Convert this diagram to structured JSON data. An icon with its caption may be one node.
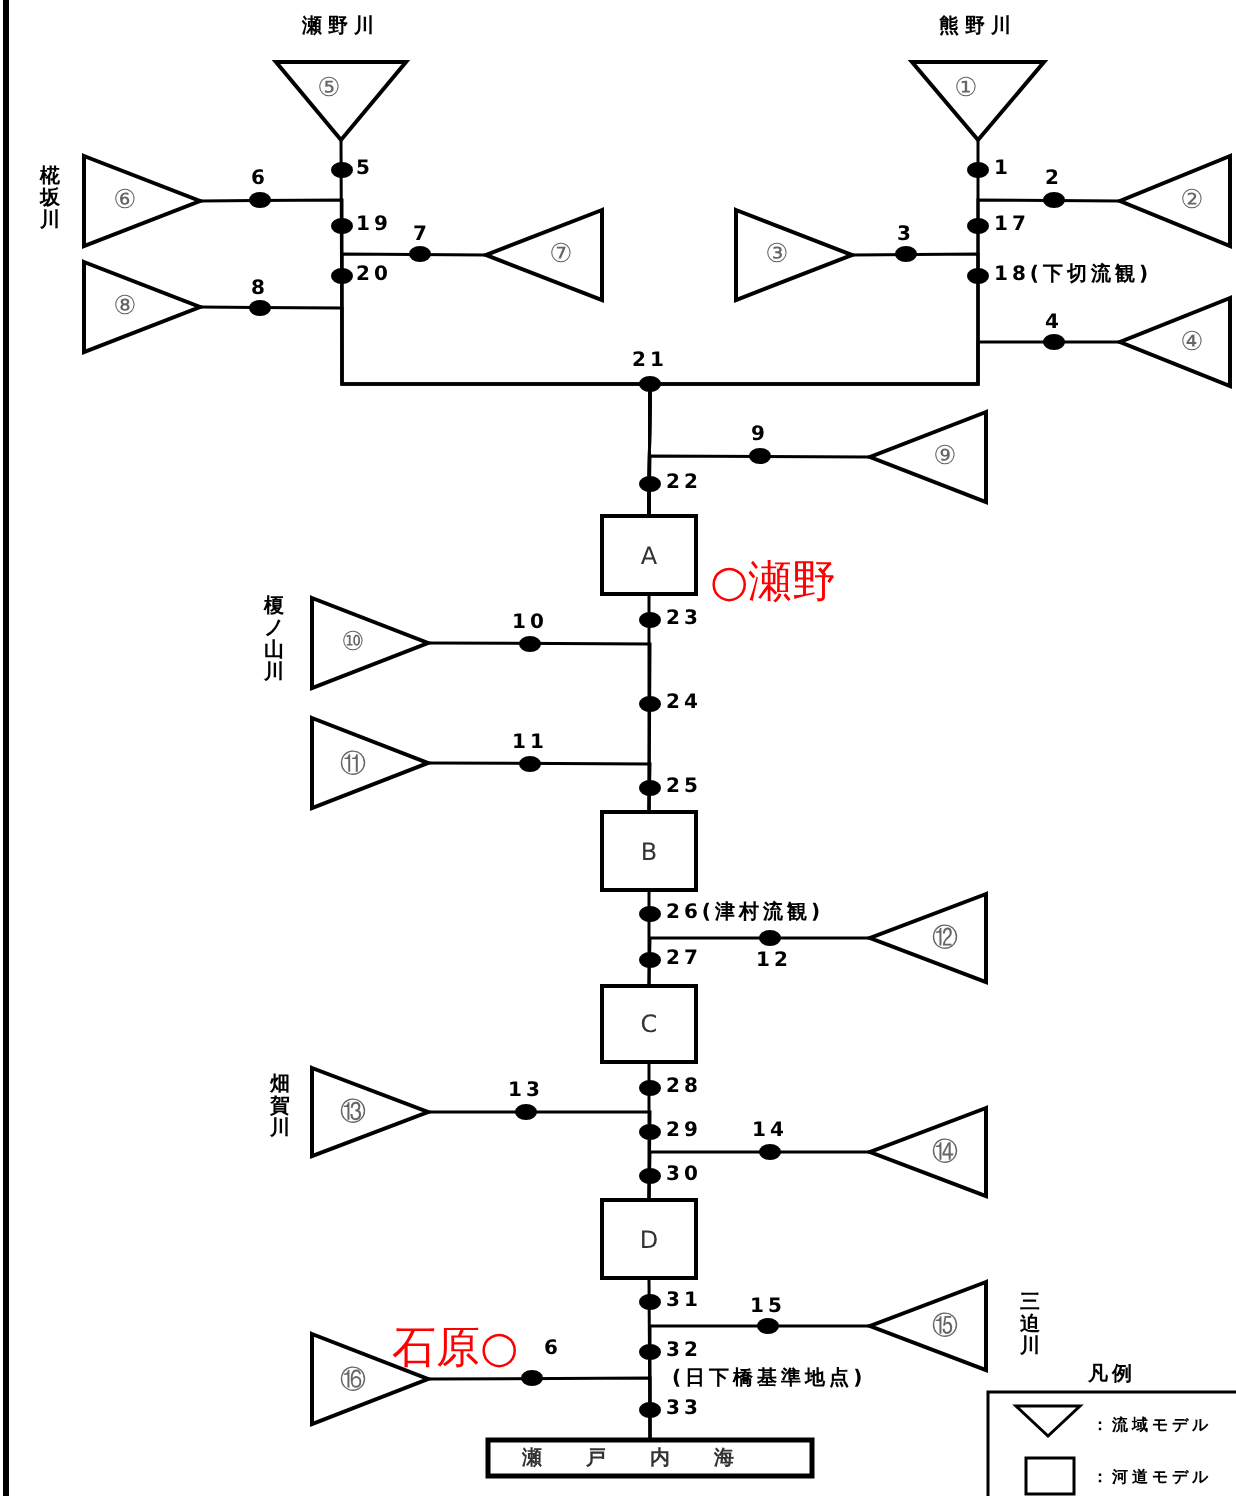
{
  "diagram": {
    "nodes": [
      {
        "text": [
          "⑤"
        ],
        "beside": [
          "瀬野川"
        ]
      },
      {
        "text": [
          "①"
        ],
        "beside": [
          "熊野川"
        ]
      },
      {
        "text": [
          "⑥"
        ],
        "beside": [
          "椛坂川"
        ]
      },
      {
        "text": [
          "②"
        ]
      },
      {
        "text": [
          "⑦"
        ]
      },
      {
        "text": [
          "③"
        ]
      },
      {
        "text": [
          "⑧"
        ]
      },
      {
        "text": [
          "④"
        ]
      },
      {
        "text": [
          "⑨"
        ]
      },
      {
        "text": [
          "A"
        ]
      },
      {
        "text": [
          "⑩"
        ],
        "beside": [
          "榎ノ山川"
        ]
      },
      {
        "text": [
          "⑪"
        ]
      },
      {
        "text": [
          "B"
        ]
      },
      {
        "text": [
          "⑫"
        ]
      },
      {
        "text": [
          "C"
        ]
      },
      {
        "text": [
          "⑬"
        ],
        "beside": [
          "畑賀川"
        ]
      },
      {
        "text": [
          "⑭"
        ]
      },
      {
        "text": [
          "D"
        ]
      },
      {
        "text": [
          "⑮"
        ],
        "beside": [
          "三迫川"
        ]
      },
      {
        "text": [
          "⑯"
        ]
      },
      {
        "text": [
          "瀬戸内海"
        ]
      }
    ],
    "edges": [
      {
        "from": 0,
        "to": 9,
        "arrow": "none"
      },
      {
        "from": 1,
        "to": 9,
        "arrow": "none"
      },
      {
        "from": 2,
        "to": 9,
        "arrow": "none"
      },
      {
        "from": 3,
        "to": 9,
        "arrow": "none"
      },
      {
        "from": 4,
        "to": 9,
        "arrow": "none"
      },
      {
        "from": 5,
        "to": 9,
        "arrow": "none"
      },
      {
        "from": 6,
        "to": 9,
        "arrow": "none"
      },
      {
        "from": 7,
        "to": 9,
        "arrow": "none"
      },
      {
        "from": 8,
        "to": 9,
        "arrow": "none"
      },
      {
        "from": 10,
        "to": 12,
        "arrow": "none"
      },
      {
        "from": 11,
        "to": 12,
        "arrow": "none"
      },
      {
        "from": 9,
        "to": 12,
        "arrow": "none"
      },
      {
        "from": 13,
        "to": 14,
        "arrow": "none"
      },
      {
        "from": 12,
        "to": 14,
        "arrow": "none"
      },
      {
        "from": 15,
        "to": 17,
        "arrow": "none"
      },
      {
        "from": 16,
        "to": 17,
        "arrow": "none"
      },
      {
        "from": 14,
        "to": 17,
        "arrow": "none"
      },
      {
        "from": 18,
        "to": 20,
        "arrow": "none"
      },
      {
        "from": 19,
        "to": 20,
        "arrow": "none"
      },
      {
        "from": 17,
        "to": 20,
        "arrow": "none"
      }
    ],
    "labels": [
      "5",
      "1",
      "6",
      "2",
      "19",
      "17",
      "7",
      "3",
      "20",
      "18(下切流観)",
      "8",
      "4",
      "21",
      "9",
      "22",
      "○瀬野",
      "10",
      "23",
      "24",
      "11",
      "25",
      "26(津村流観)",
      "27",
      "12",
      "13",
      "28",
      "29",
      "14",
      "30",
      "31",
      "15",
      "石原○",
      "6",
      "32",
      "(日下橋基準地点)",
      "33",
      "凡例"
    ],
    "legend": [
      {
        "text": "：流域モデル"
      },
      {
        "text": "：河道モデル"
      }
    ]
  }
}
